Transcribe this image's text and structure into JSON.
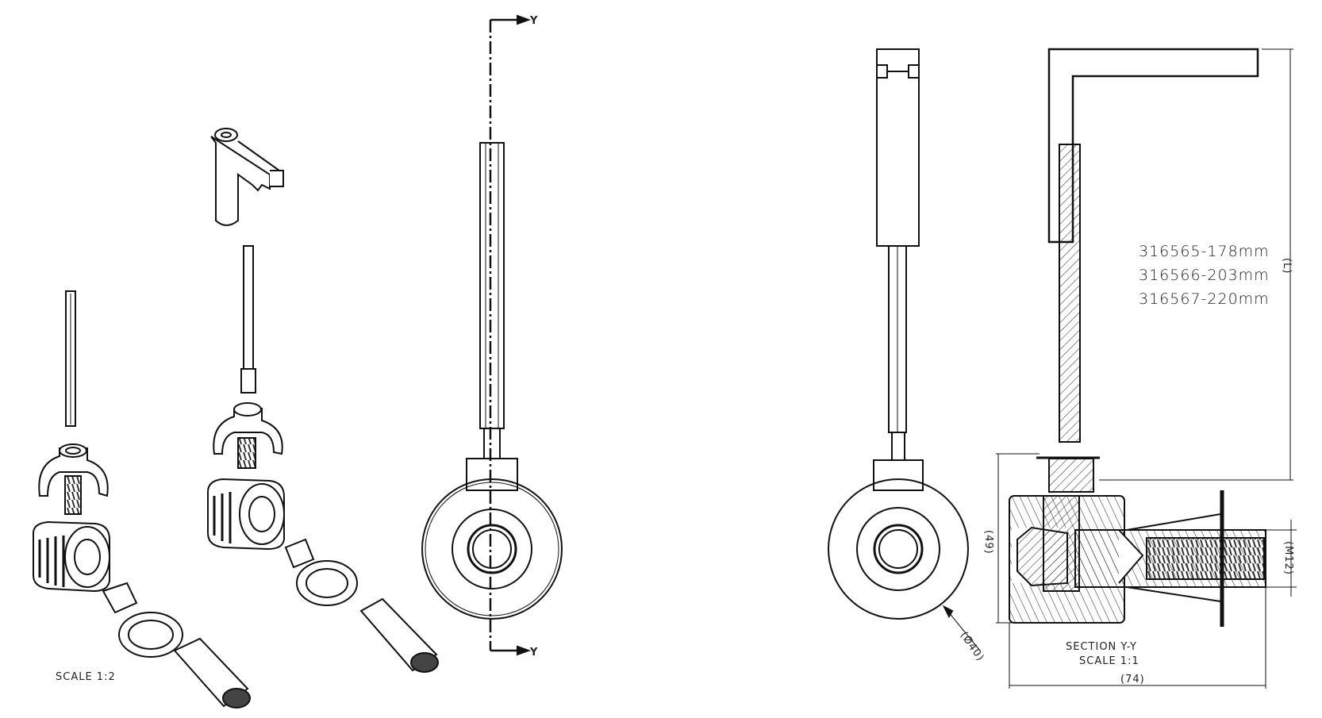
{
  "drawing": {
    "background": "#ffffff",
    "line_color": "#111111",
    "views": {
      "exploded": {
        "scale_label": "SCALE  1:2"
      },
      "front": {
        "section_marker_top": "Y",
        "section_marker_bottom": "Y"
      },
      "section": {
        "title": "SECTION  Y-Y",
        "scale_label": "SCALE  1:1",
        "variants": [
          "316565-178mm",
          "316566-203mm",
          "316567-220mm"
        ],
        "dimensions": {
          "length": "(L)",
          "height": "(49)",
          "width": "(74)",
          "thread": "(M12)",
          "diameter": "(Ø40)"
        }
      }
    }
  }
}
